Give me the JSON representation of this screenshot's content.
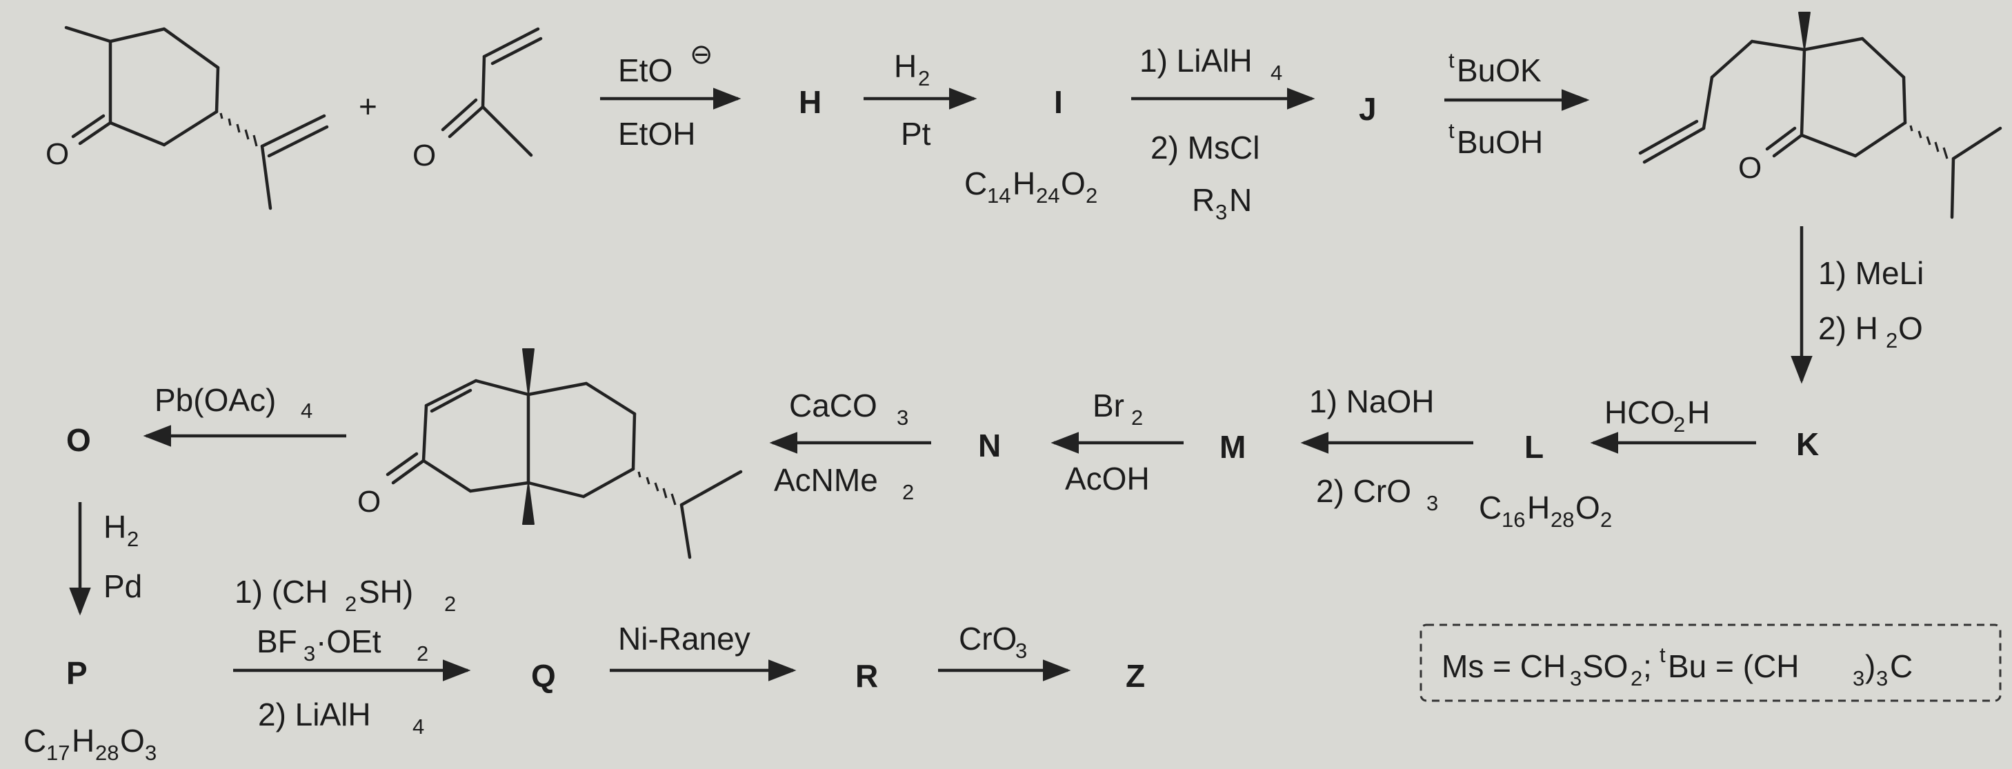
{
  "compounds": {
    "H": "H",
    "I": "I",
    "J": "J",
    "K": "K",
    "L": "L",
    "M": "M",
    "N": "N",
    "O": "O",
    "P": "P",
    "Q": "Q",
    "R": "R",
    "Z": "Z"
  },
  "plus": "+",
  "formulas": {
    "I": {
      "c": "C",
      "cn": "14",
      "h": "H",
      "hn": "24",
      "o": "O",
      "on": "2"
    },
    "L": {
      "c": "C",
      "cn": "16",
      "h": "H",
      "hn": "28",
      "o": "O",
      "on": "2"
    },
    "P": {
      "c": "C",
      "cn": "17",
      "h": "H",
      "hn": "28",
      "o": "O",
      "on": "3"
    }
  },
  "reagents": {
    "step1": {
      "top": "EtO",
      "top_charge": "⊖",
      "bottom": "EtOH"
    },
    "step2": {
      "top_a": "H",
      "top_b": "2",
      "bottom": "Pt"
    },
    "step3": {
      "top_a": "1) LiAlH",
      "top_b": "4",
      "mid": "2) MsCl",
      "bot_a": "R",
      "bot_b": "3",
      "bot_c": "N"
    },
    "step4": {
      "top_pre": "t",
      "top": "BuOK",
      "bottom_pre": "t",
      "bottom": "BuOH"
    },
    "step5": {
      "line1": "1) MeLi",
      "line2_a": "2) H",
      "line2_b": "2",
      "line2_c": "O"
    },
    "step6": {
      "a": "HCO",
      "b": "2",
      "c": "H"
    },
    "step7": {
      "top": "1) NaOH",
      "bot_a": "2) CrO",
      "bot_b": "3"
    },
    "step8": {
      "top_a": "Br",
      "top_b": "2",
      "bottom": "AcOH"
    },
    "step9": {
      "top_a": "CaCO",
      "top_b": "3",
      "bot_a": "AcNMe",
      "bot_b": "2"
    },
    "step10": {
      "a": "Pb(OAc)",
      "b": "4"
    },
    "step11": {
      "top_a": "H",
      "top_b": "2",
      "bottom": "Pd"
    },
    "step12": {
      "l1_a": "1) (CH",
      "l1_b": "2",
      "l1_c": "SH)",
      "l1_d": "2",
      "l2_a": "BF",
      "l2_b": "3",
      "l2_c": "·OEt",
      "l2_d": "2",
      "l3": "2) LiAlH",
      "l3_b": "4"
    },
    "step13": {
      "top": "Ni-Raney"
    },
    "step14": {
      "a": "CrO",
      "b": "3"
    }
  },
  "atoms": {
    "O": "O"
  },
  "legend": {
    "a": "Ms = CH",
    "b": "3",
    "c": "SO",
    "d": "2",
    "e": "; ",
    "f": "t",
    "g": "Bu = (CH",
    "h": "3",
    "i": ")",
    "j": "3",
    "k": "C"
  }
}
